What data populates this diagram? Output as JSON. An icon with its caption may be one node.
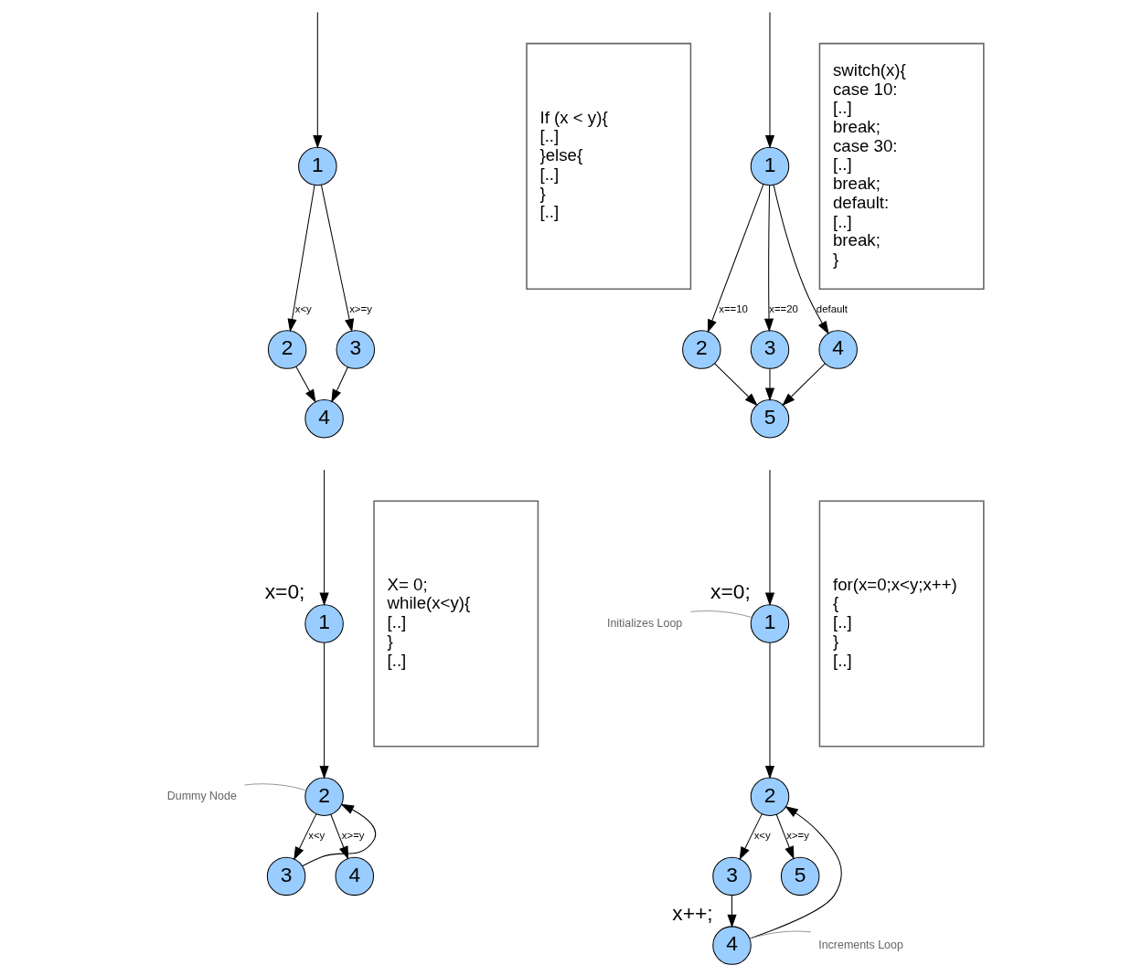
{
  "diagram": {
    "nodes": [
      {
        "text": [
          "1"
        ]
      },
      {
        "text": [
          "2"
        ]
      },
      {
        "text": [
          "3"
        ]
      },
      {
        "text": [
          "4"
        ]
      },
      {
        "text": [
          "If (x < y){",
          "[..]",
          "}else{",
          "[..]",
          "}",
          "[..]"
        ]
      },
      {
        "text": [
          "1"
        ]
      },
      {
        "text": [
          "2"
        ]
      },
      {
        "text": [
          "3"
        ]
      },
      {
        "text": [
          "4"
        ]
      },
      {
        "text": [
          "5"
        ]
      },
      {
        "text": [
          "switch(x){",
          "case 10:",
          "[..]",
          "break;",
          "case 30:",
          "[..]",
          "break;",
          "default:",
          "[..]",
          "break;",
          "}"
        ]
      },
      {
        "text": [
          "1"
        ],
        "beside": [
          "x=0;"
        ]
      },
      {
        "text": [
          "2"
        ]
      },
      {
        "text": [
          "3"
        ]
      },
      {
        "text": [
          "4"
        ]
      },
      {
        "text": [
          "X= 0;",
          "while(x<y){",
          "[..]",
          "}",
          "[..]"
        ]
      },
      {
        "text": [
          "Dummy Node"
        ]
      },
      {
        "text": [
          "1"
        ],
        "beside": [
          "x=0;"
        ]
      },
      {
        "text": [
          "2"
        ]
      },
      {
        "text": [
          "3"
        ]
      },
      {
        "text": [
          "4"
        ],
        "beside": [
          "x++;"
        ]
      },
      {
        "text": [
          "5"
        ]
      },
      {
        "text": [
          "for(x=0;x<y;x++)",
          "{",
          "[..]",
          "}",
          "[..]"
        ]
      },
      {
        "text": [
          "Initializes Loop"
        ]
      },
      {
        "text": [
          "Increments Loop"
        ]
      }
    ],
    "edges": [
      {
        "from": null,
        "to": 0,
        "arrow": "to"
      },
      {
        "from": 0,
        "to": 1,
        "arrow": "to",
        "label": "x<y"
      },
      {
        "from": 0,
        "to": 2,
        "arrow": "to",
        "label": "x>=y"
      },
      {
        "from": 1,
        "to": 3,
        "arrow": "to"
      },
      {
        "from": 2,
        "to": 3,
        "arrow": "to"
      },
      {
        "from": null,
        "to": 5,
        "arrow": "to"
      },
      {
        "from": 5,
        "to": 6,
        "arrow": "to",
        "label": "x==10"
      },
      {
        "from": 5,
        "to": 7,
        "arrow": "to",
        "label": "x==20"
      },
      {
        "from": 5,
        "to": 8,
        "arrow": "to",
        "label": "default"
      },
      {
        "from": 6,
        "to": 9,
        "arrow": "to"
      },
      {
        "from": 7,
        "to": 9,
        "arrow": "to"
      },
      {
        "from": 8,
        "to": 9,
        "arrow": "to"
      },
      {
        "from": null,
        "to": 11,
        "arrow": "to"
      },
      {
        "from": 11,
        "to": 12,
        "arrow": "to"
      },
      {
        "from": 12,
        "to": 13,
        "arrow": "to",
        "label": "x<y"
      },
      {
        "from": 12,
        "to": 14,
        "arrow": "to",
        "label": "x>=y"
      },
      {
        "from": 13,
        "to": 12,
        "arrow": "to"
      },
      {
        "from": 16,
        "to": 12,
        "arrow": "none",
        "color": "#999999"
      },
      {
        "from": null,
        "to": 17,
        "arrow": "to"
      },
      {
        "from": 17,
        "to": 18,
        "arrow": "to"
      },
      {
        "from": 18,
        "to": 19,
        "arrow": "to",
        "label": "x<y"
      },
      {
        "from": 18,
        "to": 21,
        "arrow": "to",
        "label": "x>=y"
      },
      {
        "from": 19,
        "to": 20,
        "arrow": "to"
      },
      {
        "from": 20,
        "to": 18,
        "arrow": "to"
      },
      {
        "from": 23,
        "to": 17,
        "arrow": "none",
        "color": "#999999"
      },
      {
        "from": 24,
        "to": 20,
        "arrow": "none",
        "color": "#999999"
      }
    ]
  }
}
